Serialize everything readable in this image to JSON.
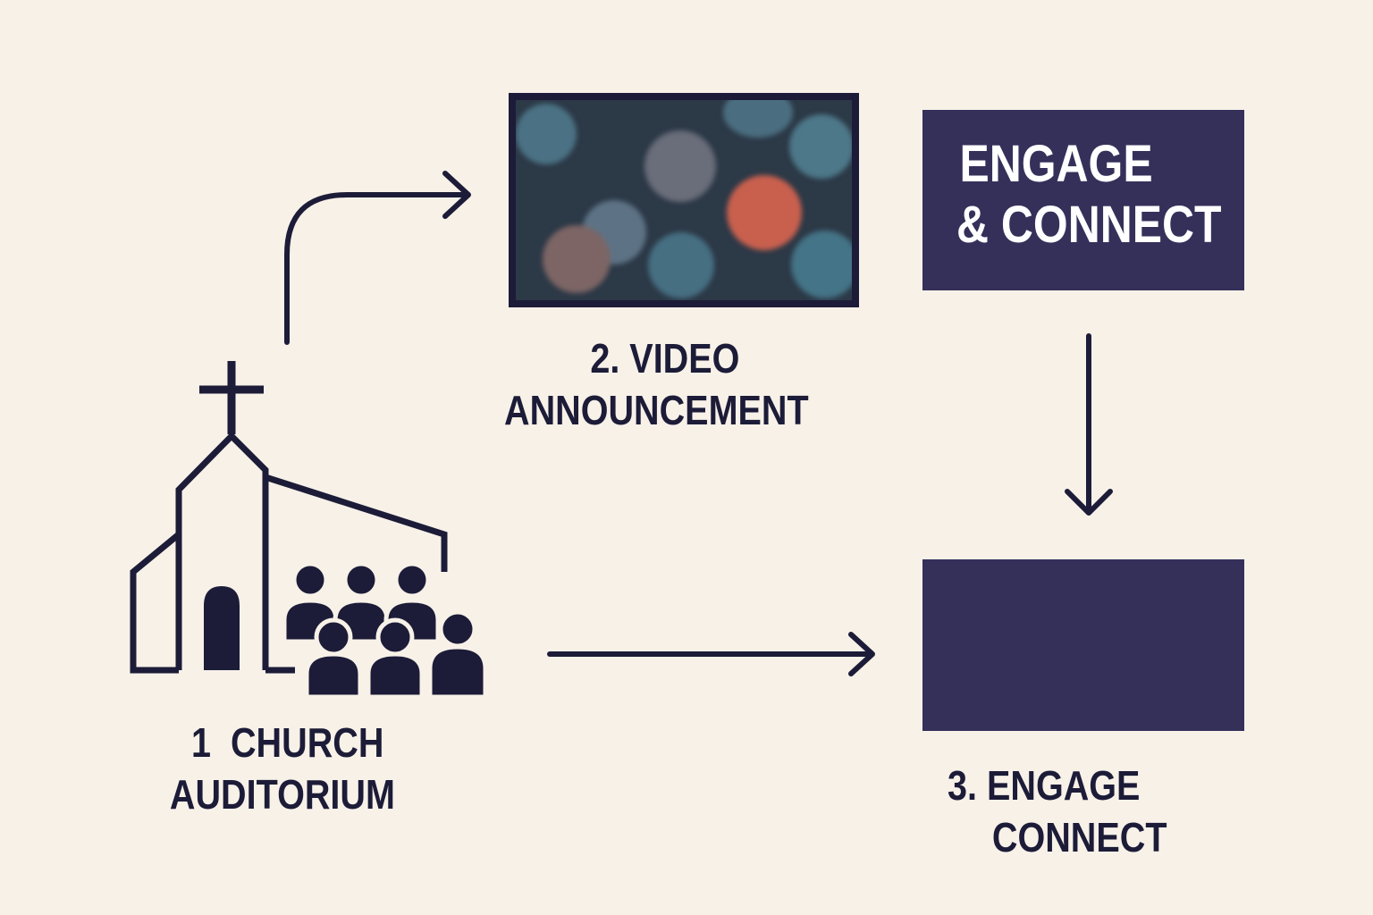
{
  "colors": {
    "background": "#f7f1e8",
    "ink": "#1c1c38",
    "box": "#35305a",
    "box_text": "#ffffff",
    "video_bg": "#2c3947"
  },
  "steps": {
    "step1": {
      "line1": "1  CHURCH",
      "line2": "AUDITORIUM",
      "icon": "church-with-congregation-icon"
    },
    "step2": {
      "line1": "2. VIDEO",
      "line2": "ANNOUNCEMENT",
      "icon": "video-screen-icon"
    },
    "step3": {
      "line1": "3. ENGAGE",
      "line2": "CONNECT"
    }
  },
  "engage_box": {
    "line1": "ENGAGE",
    "line2": "& CONNECT"
  },
  "arrows": [
    "curved-arrow-up-right-icon",
    "arrow-down-icon",
    "arrow-right-icon"
  ]
}
